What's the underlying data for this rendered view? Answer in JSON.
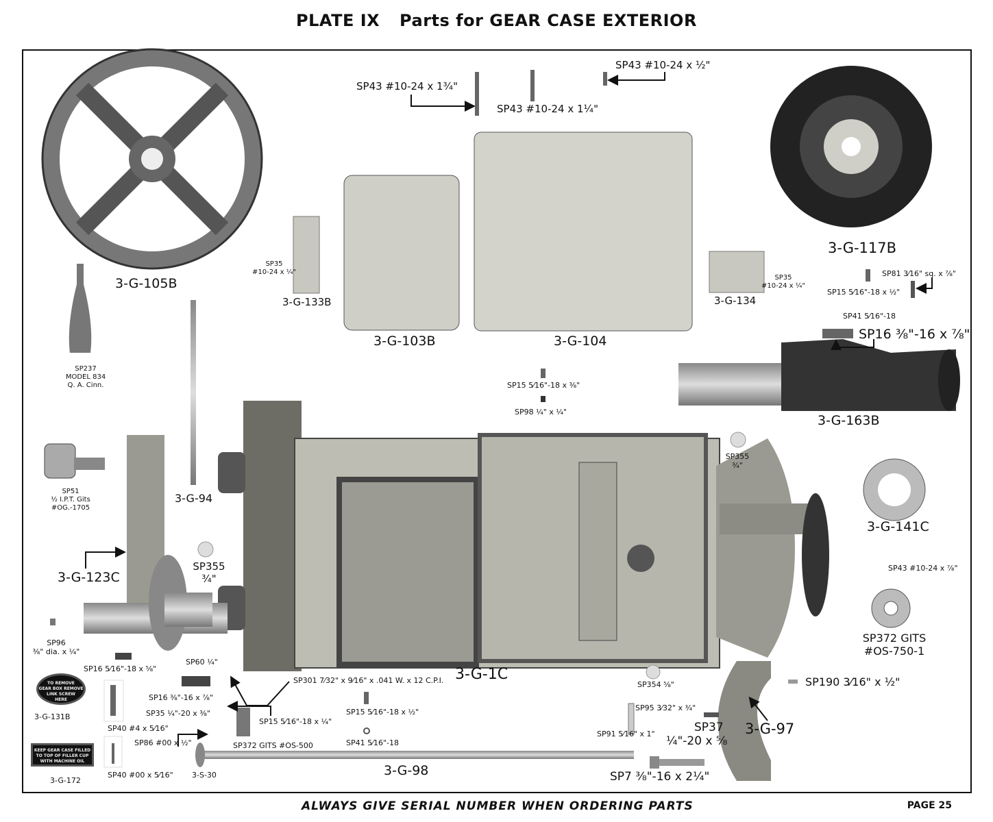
{
  "header": {
    "plate": "PLATE IX",
    "title": "Parts for GEAR CASE EXTERIOR"
  },
  "footer": {
    "notice": "ALWAYS GIVE SERIAL NUMBER WHEN ORDERING PARTS",
    "page": "PAGE 25"
  },
  "labels": {
    "g105b": "3-G-105B",
    "sp237": "SP237",
    "sp237_model": "MODEL 834",
    "sp237_maker": "Q. A. Cinn.",
    "g94": "3-G-94",
    "sp51": "SP51",
    "sp51_size": "½ I.P.T. Gits",
    "sp51_part": "#OG.-1705",
    "g123c": "3-G-123C",
    "sp355a": "SP355",
    "sp355a_size": "¾\"",
    "sp35a": "SP35",
    "sp35a_size": "#10-24 x ¼\"",
    "g133b": "3-G-133B",
    "g103b": "3-G-103B",
    "g104": "3-G-104",
    "sp43a": "SP43  #10-24 x 1¾\"",
    "sp43b": "SP43  #10-24 x 1¼\"",
    "sp43c": "SP43  #10-24 x ½\"",
    "g117b": "3-G-117B",
    "sp35b": "SP35",
    "sp35b_size": "#10-24 x ¼\"",
    "g134": "3-G-134",
    "sp81": "SP81  3⁄16\" sq. x ⅞\"",
    "sp15a": "SP15  5⁄16\"-18 x ½\"",
    "sp41a": "SP41  5⁄16\"-18",
    "sp16a": "SP16  ⅜\"-16 x ⅞\"",
    "g163b": "3-G-163B",
    "sp15b": "SP15  5⁄16\"-18 x ⅜\"",
    "sp98": "SP98  ¼\" x ¼\"",
    "sp355b": "SP355",
    "sp355b_size": "¾\"",
    "g141c": "3-G-141C",
    "sp43d": "SP43  #10-24 x ⅞\"",
    "sp372a": "SP372  GITS",
    "sp372a_part": "#OS-750-1",
    "g1c": "3-G-1C",
    "sp190": "SP190  3⁄16\" x ½\"",
    "sp354": "SP354  ⅝\"",
    "sp95": "SP95  3⁄32\" x ¾\"",
    "sp91": "SP91  5⁄16\" x 1\"",
    "sp37": "SP37",
    "sp37_size": "¼\"-20 x ⅝",
    "g97": "3-G-97",
    "sp7": "SP7  ⅜\"-16 x 2¼\"",
    "g98": "3-G-98",
    "sp96": "SP96",
    "sp96_size": "⅜\" dia. x ¼\"",
    "sp16b": "SP16  5⁄16\"-18 x ⅝\"",
    "sp60": "SP60  ¼\"",
    "sp16c": "SP16  ⅜\"-16 x ⅞\"",
    "sp301": "SP301  7⁄32\" x 9⁄16\" x .041 W. x 12 C.P.I.",
    "sp35c": "SP35  ¼\"-20 x ⅜\"",
    "sp15c": "SP15  5⁄16\"-18 x ¼\"",
    "sp40a": "SP40  #4 x 5⁄16\"",
    "sp15d": "SP15  5⁄16\"-18 x ½\"",
    "sp86": "SP86  #00 x ½\"",
    "sp372b": "SP372  GITS #OS-500",
    "sp41b": "SP41  5⁄16\"-18",
    "g131b": "3-G-131B",
    "g172": "3-G-172",
    "sp40b": "SP40  #00 x 5⁄16\"",
    "s30": "3-S-30"
  },
  "plates": {
    "g131b_text": [
      "TO REMOVE",
      "GEAR BOX REMOVE",
      "LINK SCREW",
      "HERE"
    ],
    "g172_text": [
      "KEEP GEAR CASE FILLED",
      "TO TOP OF FILLER CUP",
      "WITH MACHINE OIL"
    ]
  }
}
